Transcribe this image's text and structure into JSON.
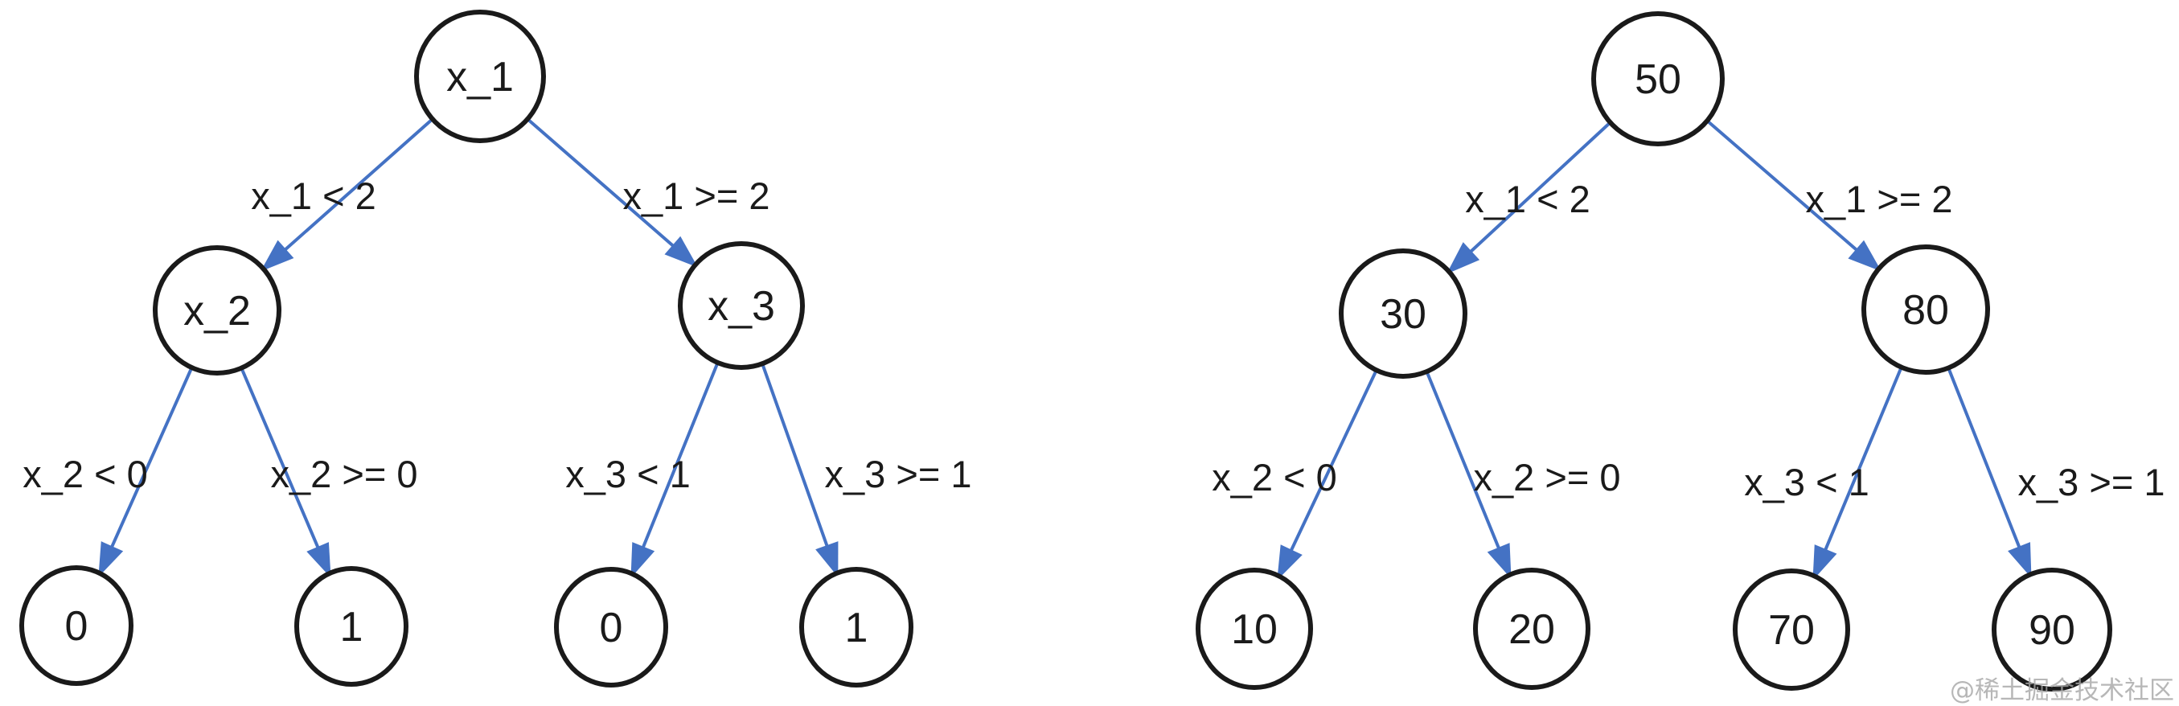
{
  "page": {
    "background": "#ffffff",
    "watermark": "@稀土掘金技术社区"
  },
  "colors": {
    "edge_arrow": "#4472c4",
    "node_stroke": "#1a1a1a",
    "node_fill": "#ffffff",
    "text": "#1a1a1a",
    "watermark_text": "#a6a6a6"
  },
  "left_tree": {
    "description": "decision tree with split variables and class leaves",
    "root_label": "x_1",
    "left_child_label": "x_2",
    "right_child_label": "x_3",
    "leaf_labels": [
      "0",
      "1",
      "0",
      "1"
    ],
    "edge_root_left": "x_1 < 2",
    "edge_root_right": "x_1 >= 2",
    "edge_left_left": "x_2 < 0",
    "edge_left_right": "x_2 >= 0",
    "edge_right_left": "x_3 < 1",
    "edge_right_right": "x_3 >= 1"
  },
  "right_tree": {
    "description": "decision tree with numeric node values",
    "root_label": "50",
    "left_child_label": "30",
    "right_child_label": "80",
    "leaf_labels": [
      "10",
      "20",
      "70",
      "90"
    ],
    "edge_root_left": "x_1 < 2",
    "edge_root_right": "x_1 >= 2",
    "edge_left_left": "x_2 < 0",
    "edge_left_right": "x_2 >= 0",
    "edge_right_left": "x_3 < 1",
    "edge_right_right": "x_3 >= 1"
  }
}
